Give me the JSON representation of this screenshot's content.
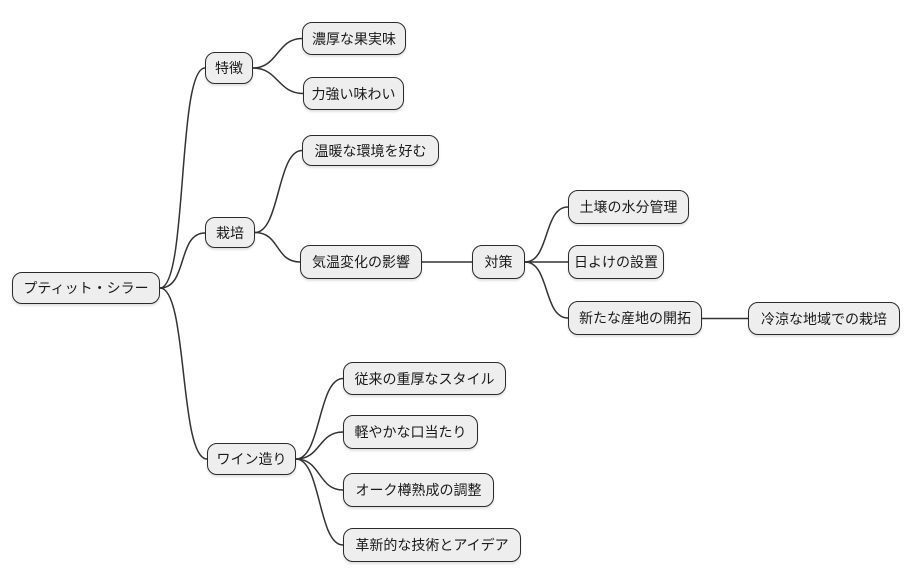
{
  "diagram": {
    "type": "mindmap",
    "title": "プティット・シラー mind map",
    "colors": {
      "background": "#ffffff",
      "node_fill": "#eeeeee",
      "node_border": "#333333",
      "connector": "#333333",
      "text": "#1a1a1a"
    }
  },
  "nodes": {
    "root": {
      "label": "プティット・シラー"
    },
    "feature": {
      "label": "特徴"
    },
    "rich_fruit": {
      "label": "濃厚な果実味"
    },
    "powerful_taste": {
      "label": "力強い味わい"
    },
    "cultivation": {
      "label": "栽培"
    },
    "warm_env": {
      "label": "温暖な環境を好む"
    },
    "temp_change": {
      "label": "気温変化の影響"
    },
    "countermeasure": {
      "label": "対策"
    },
    "soil_moisture": {
      "label": "土壌の水分管理"
    },
    "sunshade": {
      "label": "日よけの設置"
    },
    "new_regions": {
      "label": "新たな産地の開拓"
    },
    "cool_regions": {
      "label": "冷涼な地域での栽培"
    },
    "winemaking": {
      "label": "ワイン造り"
    },
    "traditional_style": {
      "label": "従来の重厚なスタイル"
    },
    "light_mouthfeel": {
      "label": "軽やかな口当たり"
    },
    "oak_aging": {
      "label": "オーク樽熟成の調整"
    },
    "innovative_ideas": {
      "label": "革新的な技術とアイデア"
    }
  },
  "hierarchy": {
    "label": "プティット・シラー",
    "children": [
      {
        "label": "特徴",
        "children": [
          {
            "label": "濃厚な果実味"
          },
          {
            "label": "力強い味わい"
          }
        ]
      },
      {
        "label": "栽培",
        "children": [
          {
            "label": "温暖な環境を好む"
          },
          {
            "label": "気温変化の影響",
            "children": [
              {
                "label": "対策",
                "children": [
                  {
                    "label": "土壌の水分管理"
                  },
                  {
                    "label": "日よけの設置"
                  },
                  {
                    "label": "新たな産地の開拓",
                    "children": [
                      {
                        "label": "冷涼な地域での栽培"
                      }
                    ]
                  }
                ]
              }
            ]
          }
        ]
      },
      {
        "label": "ワイン造り",
        "children": [
          {
            "label": "従来の重厚なスタイル"
          },
          {
            "label": "軽やかな口当たり"
          },
          {
            "label": "オーク樽熟成の調整"
          },
          {
            "label": "革新的な技術とアイデア"
          }
        ]
      }
    ]
  }
}
